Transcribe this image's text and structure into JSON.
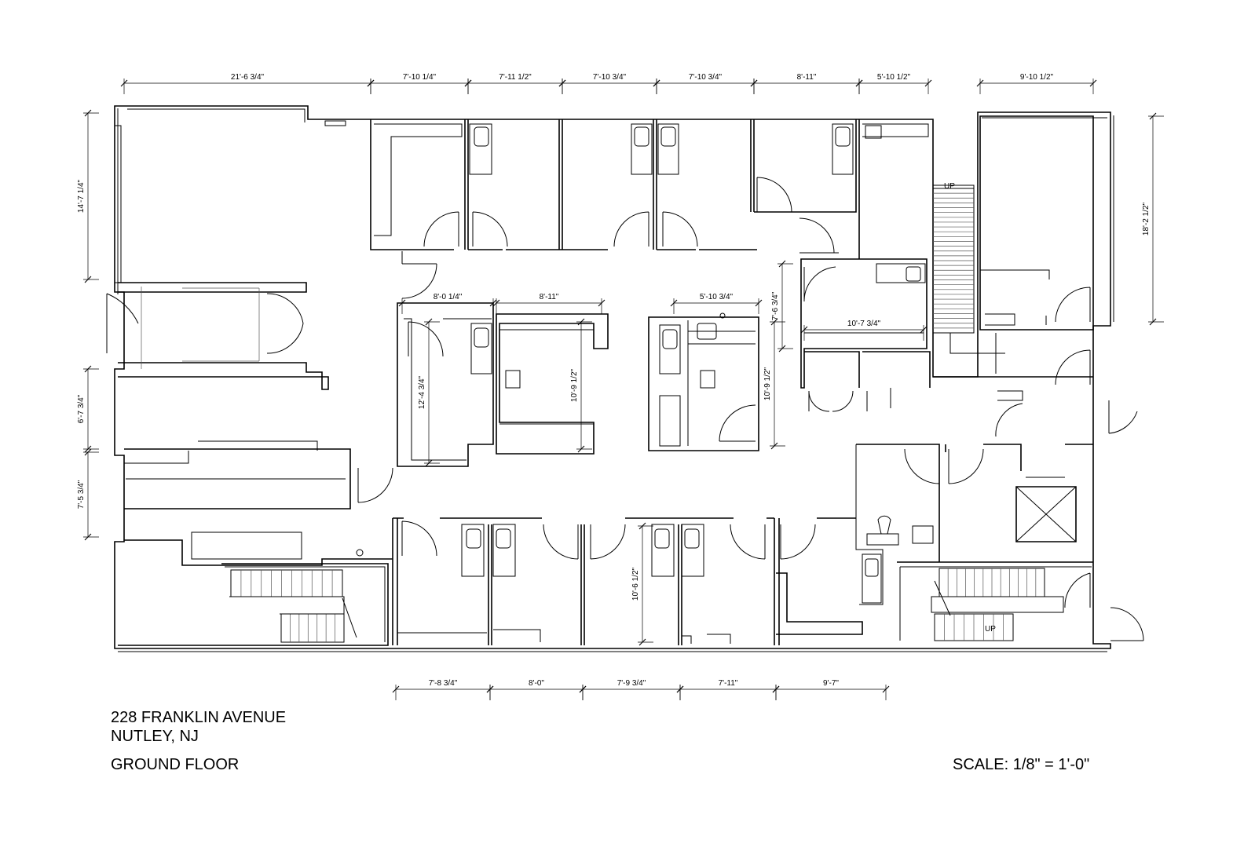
{
  "title_block": {
    "address_line1": "228 FRANKLIN AVENUE",
    "address_line2": "NUTLEY, NJ",
    "floor": "GROUND FLOOR",
    "scale": "SCALE: 1/8\" = 1'-0\""
  },
  "stair_labels": [
    "UP",
    "UP"
  ],
  "dimensions": {
    "top": [
      "21'-6 3/4\"",
      "7'-10 1/4\"",
      "7'-11 1/2\"",
      "7'-10 3/4\"",
      "7'-10 3/4\"",
      "8'-11\"",
      "5'-10 1/2\"",
      "9'-10 1/2\""
    ],
    "bottom": [
      "7'-8 3/4\"",
      "8'-0\"",
      "7'-9 3/4\"",
      "7'-11\"",
      "9'-7\""
    ],
    "left": [
      "14'-7 1/4\"",
      "6'-7 3/4\"",
      "7'-5 3/4\""
    ],
    "right": [
      "18'-2 1/2\""
    ],
    "interior": [
      "8'-0 1/4\"",
      "8'-11\"",
      "5'-10 3/4\"",
      "12'-4 3/4\"",
      "10'-9 1/2\"",
      "10'-9 1/2\"",
      "7'-6 3/4\"",
      "10'-7 3/4\"",
      "10'-6 1/2\""
    ]
  }
}
